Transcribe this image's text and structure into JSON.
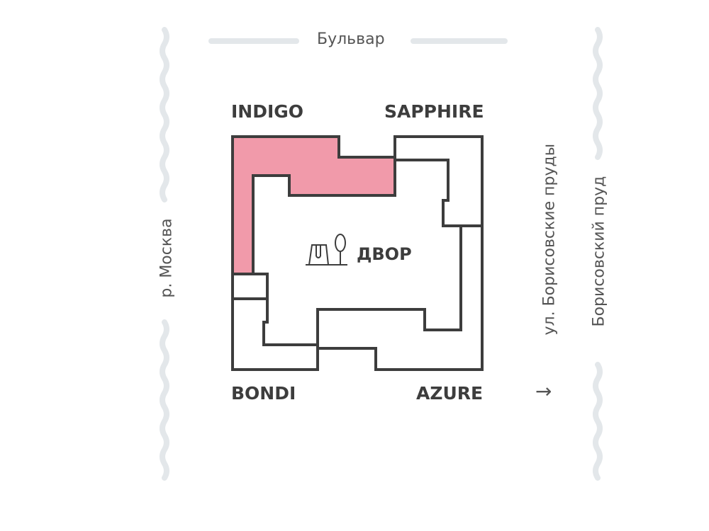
{
  "streets": {
    "top": "Бульвар",
    "left": "р. Москва",
    "right_inner": "ул. Борисовские пруды",
    "right_outer": "Борисовский пруд"
  },
  "buildings": {
    "indigo": "INDIGO",
    "sapphire": "SAPPHIRE",
    "bondi": "BONDI",
    "azure": "AZURE"
  },
  "courtyard": {
    "label": "ДВОР",
    "icon": "playground-tree-icon"
  },
  "arrow": "→",
  "colors": {
    "highlight": "#f19aaa",
    "outline": "#3d3d3d",
    "road": "#e3e7ea"
  }
}
